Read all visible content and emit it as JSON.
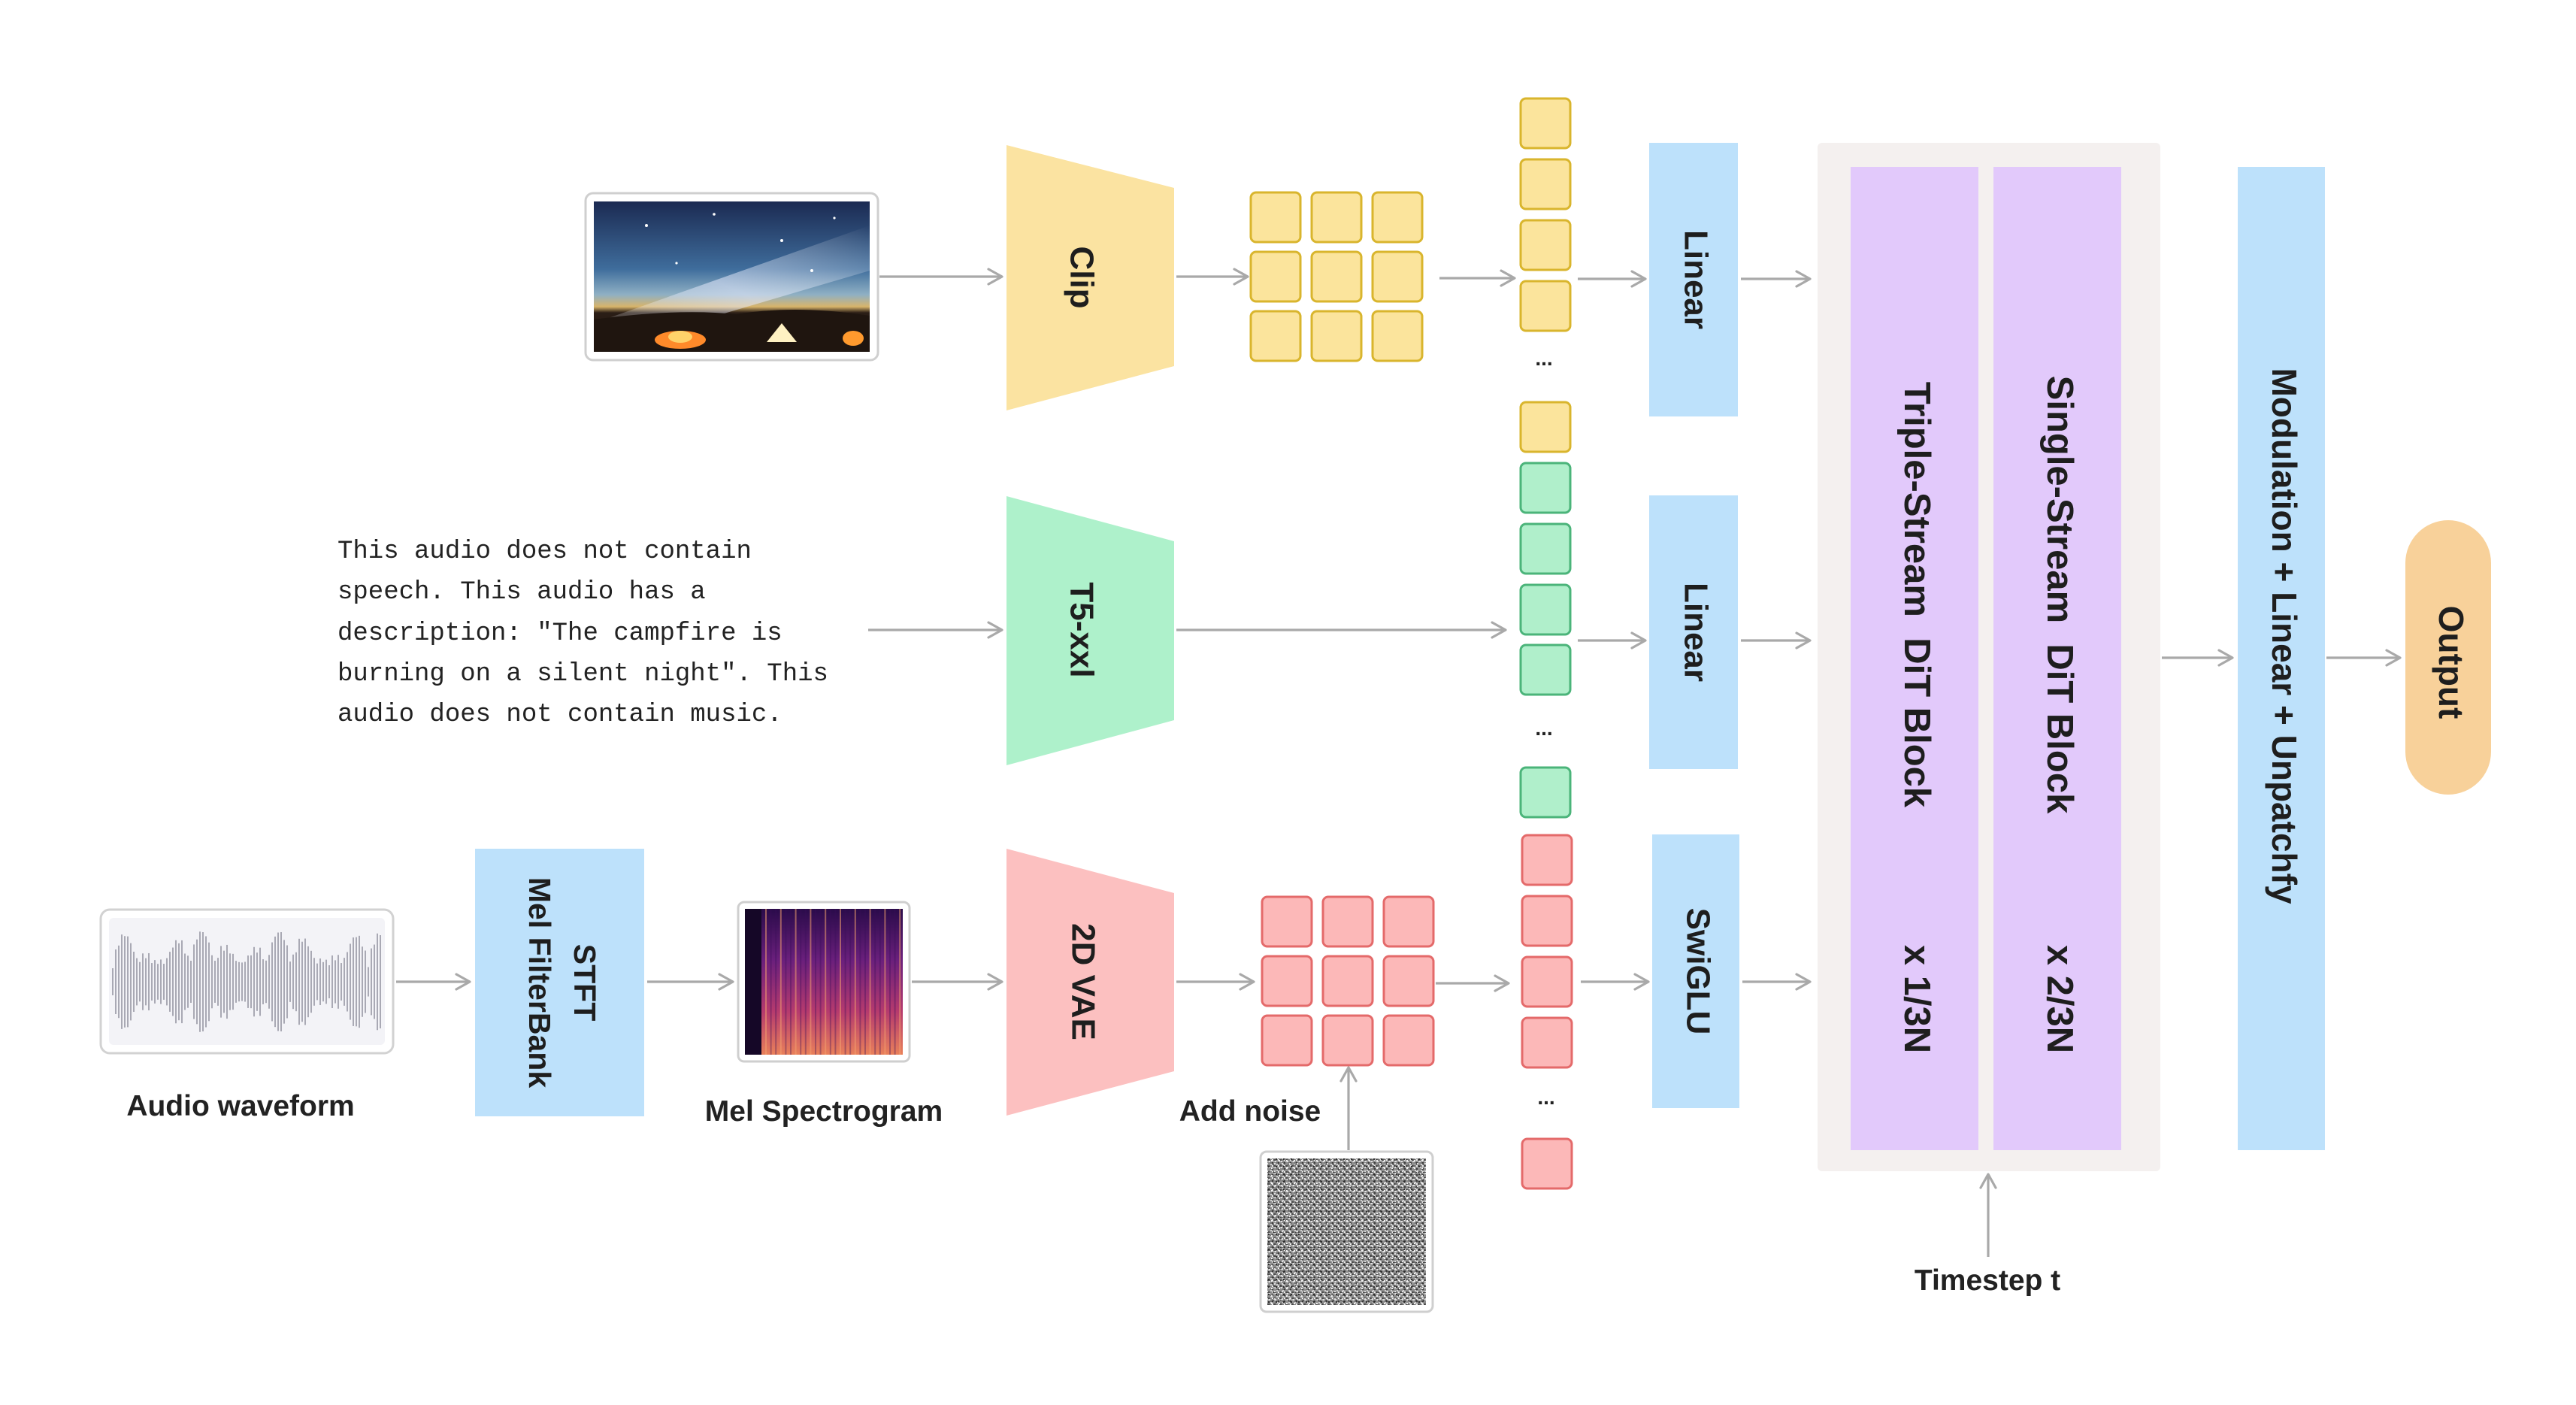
{
  "colors": {
    "clip": "#fbe3a1",
    "t5": "#aef1cb",
    "vae": "#fcc0c0",
    "blue": "#bde1fb",
    "purple": "#e2c9fb",
    "output": "#f8d19a",
    "panel": "#f4f0ef",
    "arrow": "#a9a9a9",
    "token_yellow_fill": "#fbe49c",
    "token_yellow_stroke": "#d9b52d",
    "token_green_fill": "#b0efcb",
    "token_green_stroke": "#4bb47a",
    "token_red_fill": "#fcb8b8",
    "token_red_stroke": "#e46a6a"
  },
  "encoders": {
    "clip": "Clip",
    "t5": "T5-xxl",
    "vae": "2D VAE"
  },
  "projections": {
    "linear_1": "Linear",
    "linear_2": "Linear",
    "swiglu": "SwiGLU"
  },
  "stft": {
    "line1": "STFT",
    "line2": "Mel FilterBank"
  },
  "blocks": {
    "triple": "Triple-Stream  DiT Block",
    "triple_rep": "x 1/3N",
    "single": "Single-Stream  DiT Block",
    "single_rep": "x 2/3N"
  },
  "final_layer": "Modulation + Linear + Unpatchfy",
  "output": "Output",
  "labels": {
    "audio_waveform": "Audio waveform",
    "mel_spectrogram": "Mel Spectrogram",
    "add_noise": "Add noise",
    "timestep": "Timestep t"
  },
  "prompt_lines": [
    "This audio does not contain",
    "speech. This audio has a",
    "description: \"The campfire is",
    "burning on a silent night\". This",
    "audio does not contain music."
  ],
  "ellipsis": "..."
}
